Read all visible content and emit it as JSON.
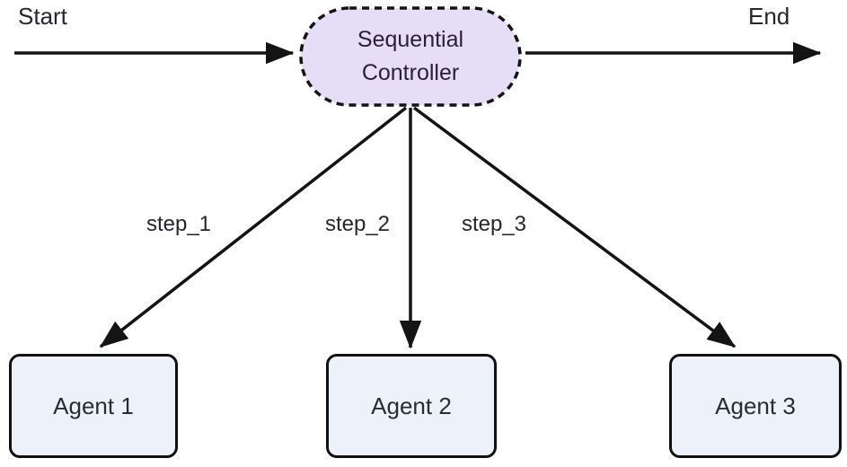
{
  "diagram": {
    "type": "flowchart",
    "start_label": "Start",
    "end_label": "End",
    "controller": {
      "label": "Sequential Controller",
      "shape": "stadium-dashed"
    },
    "agents": [
      {
        "label": "Agent 1"
      },
      {
        "label": "Agent 2"
      },
      {
        "label": "Agent 3"
      }
    ],
    "edges": [
      {
        "from": "Start",
        "to": "Sequential Controller",
        "label": ""
      },
      {
        "from": "Sequential Controller",
        "to": "End",
        "label": ""
      },
      {
        "from": "Sequential Controller",
        "to": "Agent 1",
        "label": "step_1"
      },
      {
        "from": "Sequential Controller",
        "to": "Agent 2",
        "label": "step_2"
      },
      {
        "from": "Sequential Controller",
        "to": "Agent 3",
        "label": "step_3"
      }
    ],
    "colors": {
      "controller_fill": "#e5def6",
      "agent_fill": "#edf2fa",
      "stroke": "#141414",
      "text": "#26262e"
    }
  }
}
